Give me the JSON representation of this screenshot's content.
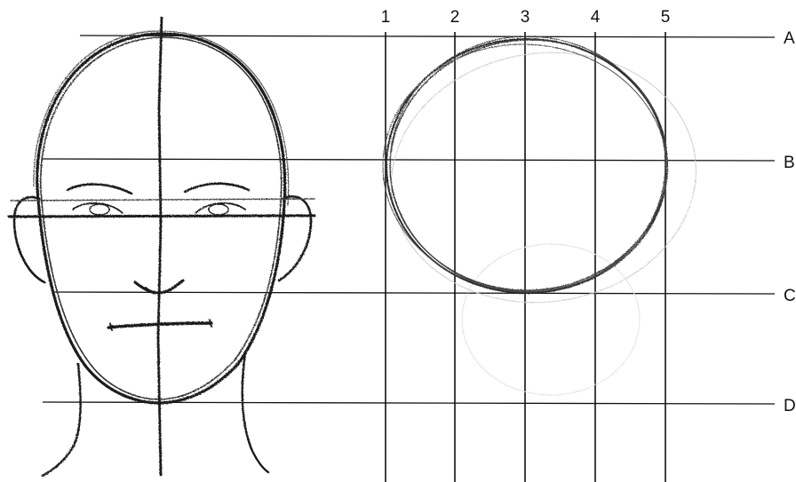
{
  "grid": {
    "column_labels": [
      "1",
      "2",
      "3",
      "4",
      "5"
    ],
    "row_labels": [
      "A",
      "B",
      "C",
      "D"
    ]
  },
  "colors": {
    "background": "#ffffff",
    "line": "#111111",
    "pencil": "#1a1a1a",
    "faint_pencil": "#bdbdbd"
  }
}
